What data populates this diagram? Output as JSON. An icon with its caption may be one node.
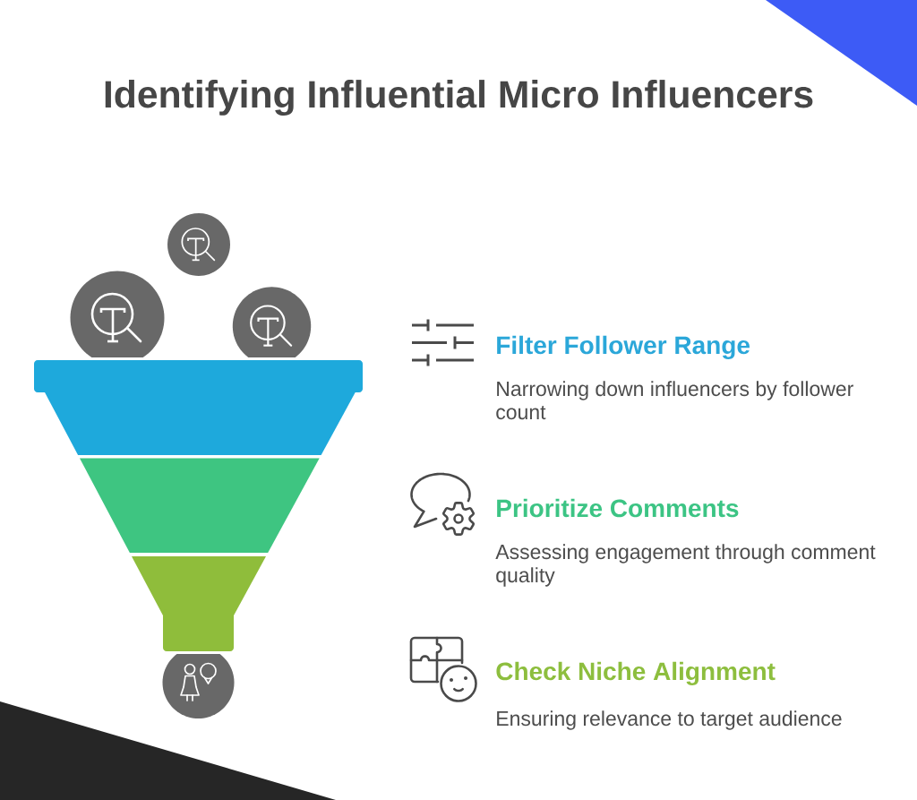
{
  "diagram": {
    "title": "Identifying Influential Micro Influencers",
    "labels": [
      "Filter Follower Range",
      "Narrowing down influencers by follower count",
      "Prioritize Comments",
      "Assessing engagement through comment quality",
      "Check Niche Alignment",
      "Ensuring relevance to target audience"
    ]
  }
}
